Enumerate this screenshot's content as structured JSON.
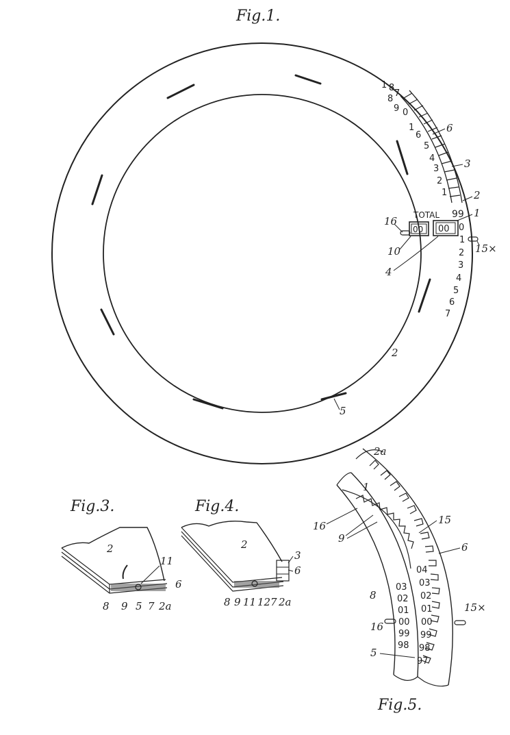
{
  "figures": {
    "fig1": "Fig.1.",
    "fig3": "Fig.3.",
    "fig4": "Fig.4.",
    "fig5": "Fig.5."
  },
  "fig1": {
    "total_label": "TOTAL",
    "total_value": "99",
    "window_left": "00",
    "window_right": "00",
    "outer_scale_top": [
      "7",
      "8",
      "9",
      "0",
      "1",
      "6",
      "5",
      "4",
      "3",
      "2",
      "1"
    ],
    "outer_top_prefix": [
      "1",
      "8"
    ],
    "outer_scale_bottom": [
      "0",
      "1",
      "2",
      "3",
      "4",
      "5",
      "6",
      "7"
    ],
    "refs": {
      "r6": "6",
      "r3": "3",
      "r2a": "2",
      "r1": "1",
      "r15x": "15×",
      "r16": "16",
      "r10": "10",
      "r4": "4",
      "r2": "2",
      "r5": "5"
    }
  },
  "fig3": {
    "refs": [
      "8",
      "9",
      "5",
      "7",
      "2a"
    ],
    "r2": "2",
    "r11": "11",
    "r6": "6"
  },
  "fig4": {
    "refs": [
      "8",
      "9",
      "11",
      "12",
      "7",
      "2a"
    ],
    "r2": "2",
    "r3": "3",
    "r6": "6"
  },
  "fig5": {
    "inner_numbers": [
      "03",
      "02",
      "01",
      "00",
      "99",
      "98"
    ],
    "outer_numbers": [
      "04",
      "03",
      "02",
      "01",
      "00",
      "99",
      "98",
      "97"
    ],
    "refs": {
      "r2a": "2a",
      "r1": "1",
      "r16a": "16",
      "r9": "9",
      "r15": "15",
      "r6": "6",
      "r8": "8",
      "r16b": "16",
      "r5": "5",
      "r15x": "15×"
    }
  }
}
